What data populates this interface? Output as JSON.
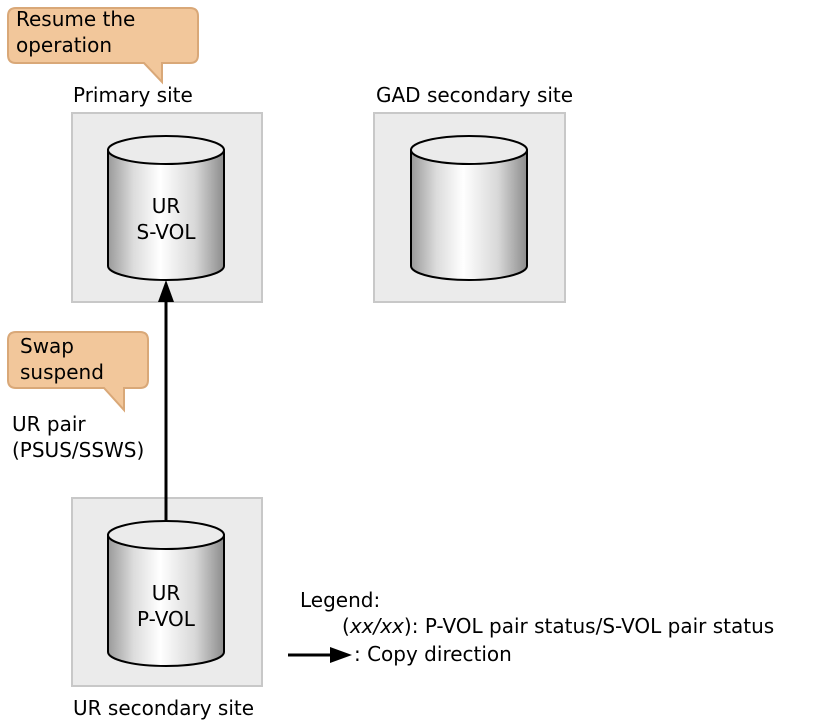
{
  "callouts": {
    "resume": {
      "line1": "Resume the",
      "line2": "operation"
    },
    "swap": {
      "line1": "Swap",
      "line2": "suspend"
    }
  },
  "sites": {
    "primary": "Primary site",
    "gad_secondary": "GAD secondary site",
    "ur_secondary": "UR secondary site"
  },
  "volumes": {
    "primary": {
      "line1": "UR",
      "line2": "S-VOL"
    },
    "ur_secondary": {
      "line1": "UR",
      "line2": "P-VOL"
    }
  },
  "pair": {
    "line1": "UR pair",
    "line2": "(PSUS/SSWS)"
  },
  "legend": {
    "title": "Legend:",
    "status_key": "xx/xx",
    "status_desc": ": P-VOL pair status/S-VOL pair status",
    "copy_desc": ": Copy direction"
  },
  "colors": {
    "site_fill": "#ebebeb",
    "site_border": "#c8c8c8",
    "callout_fill": "#f2c79b",
    "callout_border": "#d9a878"
  }
}
